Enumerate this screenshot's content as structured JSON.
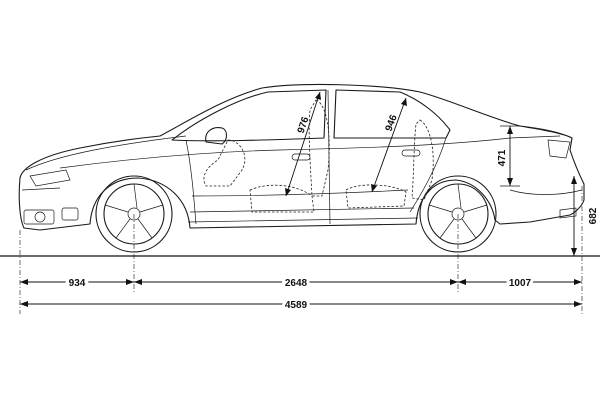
{
  "dimensions": {
    "front_overhang": "934",
    "wheelbase": "2648",
    "rear_overhang": "1007",
    "overall_length": "4589",
    "rear_height": "682",
    "boot_height": "471",
    "front_seat_diagonal": "976",
    "rear_seat_diagonal": "946"
  },
  "colors": {
    "line": "#1a1a1a",
    "background": "#ffffff"
  }
}
